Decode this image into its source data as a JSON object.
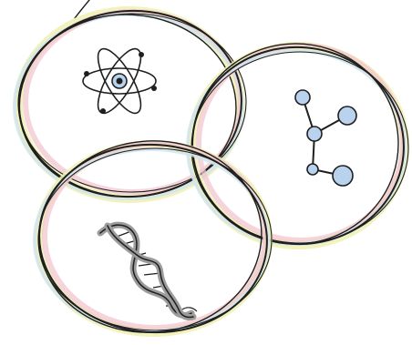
{
  "illustration": {
    "circles": [
      {
        "name": "circle-physics",
        "icon": "atom-icon"
      },
      {
        "name": "circle-chemistry",
        "icon": "molecule-icon"
      },
      {
        "name": "circle-biology",
        "icon": "dna-helix-icon"
      }
    ]
  },
  "colors": {
    "outline": "#1f1f1f",
    "pastel_pink": "#f2c6cf",
    "pastel_yellow": "#eef0b2",
    "pastel_blue": "#cfe4ef",
    "molecule_fill": "#b9d3ee",
    "dna_gray": "#9c9c9c"
  }
}
